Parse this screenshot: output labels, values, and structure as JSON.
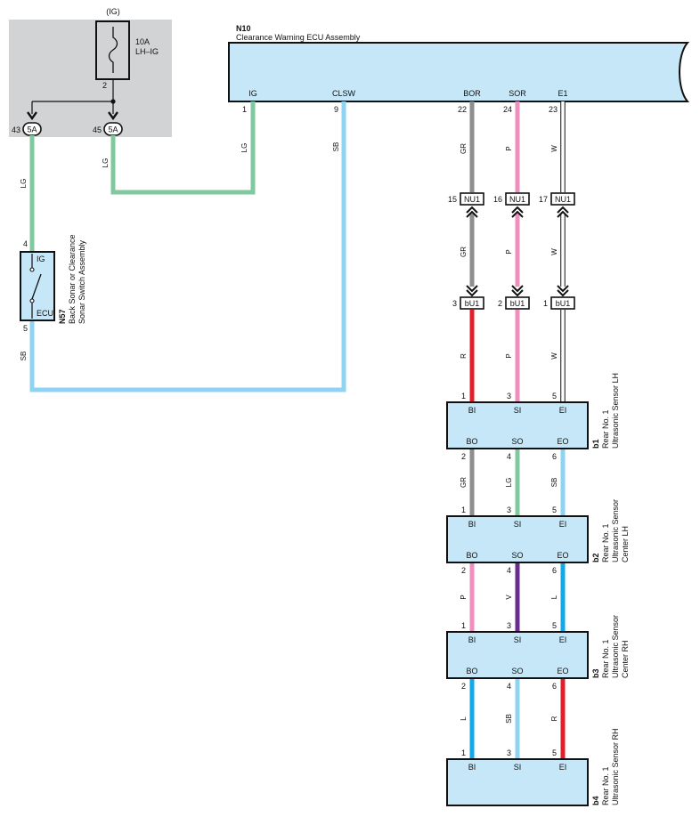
{
  "colors": {
    "panel": "#d2d3d5",
    "component_fill": "#c5e7f8",
    "wire_LG": "#80c99e",
    "wire_SB": "#8fd3f3",
    "wire_GR": "#8e8e90",
    "wire_P": "#ef8fbe",
    "wire_W": "#ffffff",
    "wire_R": "#e01f2a",
    "wire_V": "#6b2c90",
    "wire_L": "#13a9e6"
  },
  "fuse": {
    "group": "(IG)",
    "rating": "10A",
    "name": "LH–IG",
    "pin": "2"
  },
  "junction": {
    "left_pin": "43",
    "left_code": "5A",
    "right_pin": "45",
    "right_code": "5A"
  },
  "ecu": {
    "code": "N10",
    "name": "Clearance Warning ECU Assembly",
    "terminals": [
      {
        "label": "IG",
        "pin": "1"
      },
      {
        "label": "CLSW",
        "pin": "9"
      },
      {
        "label": "BOR",
        "pin": "22"
      },
      {
        "label": "SOR",
        "pin": "24"
      },
      {
        "label": "E1",
        "pin": "23"
      }
    ]
  },
  "switch": {
    "code": "N57",
    "name_line1": "Back Sonar or Clearance",
    "name_line2": "Sonar Switch Assembly",
    "top_label": "IG",
    "bottom_label": "ECU",
    "top_pin": "4",
    "bottom_pin": "5"
  },
  "connectors": {
    "nu1": {
      "code": "NU1",
      "pins": [
        "15",
        "16",
        "17"
      ]
    },
    "bu1": {
      "code": "bU1",
      "pins": [
        "3",
        "2",
        "1"
      ]
    }
  },
  "wire_labels": {
    "ig_drop": "LG",
    "left_drop": "LG",
    "ecu_ig": "LG",
    "clsw": "SB",
    "switch_out": "SB",
    "bor_top": "GR",
    "sor_top": "P",
    "e1_top": "W",
    "bor_mid": "GR",
    "sor_mid": "P",
    "e1_mid": "W",
    "bor_bot": "R",
    "sor_bot": "P",
    "e1_bot": "W"
  },
  "sensors": [
    {
      "code": "b1",
      "name_line1": "Rear No. 1",
      "name_line2": "Ultrasonic Sensor LH",
      "name_line3": "",
      "top_pins": [
        "1",
        "3",
        "5"
      ],
      "top_labels": [
        "BI",
        "SI",
        "EI"
      ],
      "bottom_pins": [
        "2",
        "4",
        "6"
      ],
      "bottom_labels": [
        "BO",
        "SO",
        "EO"
      ],
      "out_wires": [
        "GR",
        "LG",
        "SB"
      ]
    },
    {
      "code": "b2",
      "name_line1": "Rear No. 1",
      "name_line2": "Ultrasonic Sensor",
      "name_line3": "Center LH",
      "top_pins": [
        "1",
        "3",
        "5"
      ],
      "top_labels": [
        "BI",
        "SI",
        "EI"
      ],
      "bottom_pins": [
        "2",
        "4",
        "6"
      ],
      "bottom_labels": [
        "BO",
        "SO",
        "EO"
      ],
      "out_wires": [
        "P",
        "V",
        "L"
      ]
    },
    {
      "code": "b3",
      "name_line1": "Rear No. 1",
      "name_line2": "Ultrasonic Sensor",
      "name_line3": "Center RH",
      "top_pins": [
        "1",
        "3",
        "5"
      ],
      "top_labels": [
        "BI",
        "SI",
        "EI"
      ],
      "bottom_pins": [
        "2",
        "4",
        "6"
      ],
      "bottom_labels": [
        "BO",
        "SO",
        "EO"
      ],
      "out_wires": [
        "L",
        "SB",
        "R"
      ]
    },
    {
      "code": "b4",
      "name_line1": "Rear No. 1",
      "name_line2": "Ultrasonic Sensor RH",
      "name_line3": "",
      "top_pins": [
        "1",
        "3",
        "5"
      ],
      "top_labels": [
        "BI",
        "SI",
        "EI"
      ],
      "bottom_pins": [],
      "bottom_labels": [],
      "out_wires": []
    }
  ]
}
